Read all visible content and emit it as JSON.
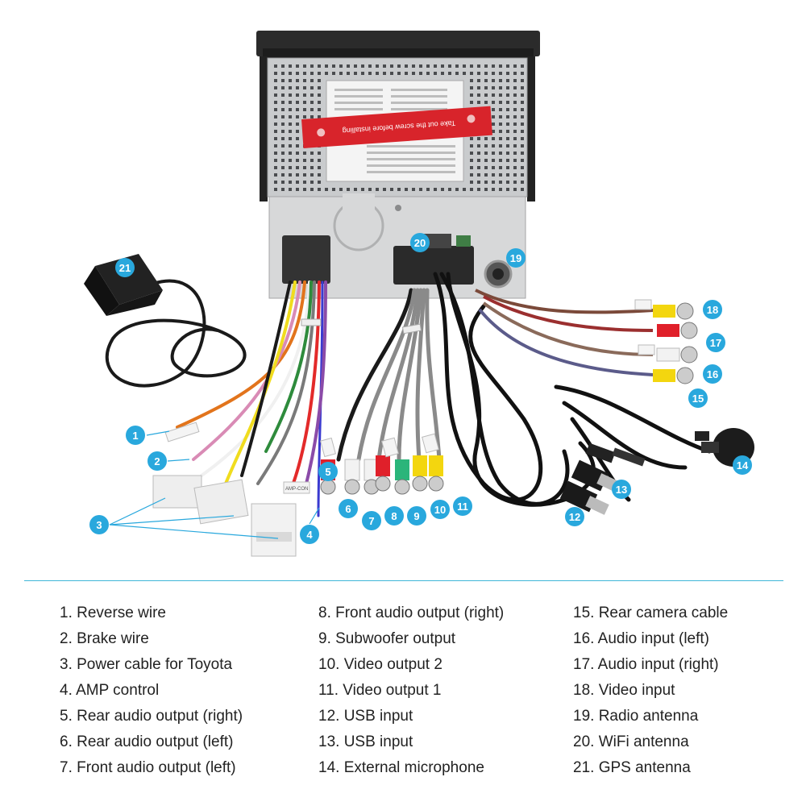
{
  "diagram": {
    "sticker_text": "Take out the screw before installing",
    "badges": [
      {
        "num": "1"
      },
      {
        "num": "2"
      },
      {
        "num": "3"
      },
      {
        "num": "4"
      },
      {
        "num": "5"
      },
      {
        "num": "6"
      },
      {
        "num": "7"
      },
      {
        "num": "8"
      },
      {
        "num": "9"
      },
      {
        "num": "10"
      },
      {
        "num": "11"
      },
      {
        "num": "12"
      },
      {
        "num": "13"
      },
      {
        "num": "14"
      },
      {
        "num": "15"
      },
      {
        "num": "16"
      },
      {
        "num": "17"
      },
      {
        "num": "18"
      },
      {
        "num": "19"
      },
      {
        "num": "20"
      },
      {
        "num": "21"
      }
    ],
    "colors": {
      "badge": "#29a8dd",
      "divider": "#3fb6d8",
      "rca_red": "#e0202a",
      "rca_yellow": "#f3d60f",
      "rca_white": "#f2f2f2",
      "rca_green": "#2bb57a",
      "sticker": "#d8242b"
    }
  },
  "legend": {
    "columns": [
      [
        "1. Reverse wire",
        "2. Brake wire",
        "3. Power cable for Toyota",
        "4. AMP control",
        "5. Rear audio output (right)",
        "6. Rear audio output (left)",
        "7. Front audio output (left)"
      ],
      [
        "8. Front audio output (right)",
        "9. Subwoofer output",
        "10. Video output 2",
        "11. Video output 1",
        "12. USB input",
        "13. USB input",
        "14. External microphone"
      ],
      [
        "15. Rear camera cable",
        "16. Audio input (left)",
        "17. Audio input (right)",
        "18. Video input",
        "19. Radio antenna",
        "20. WiFi antenna",
        "21. GPS antenna"
      ]
    ]
  }
}
